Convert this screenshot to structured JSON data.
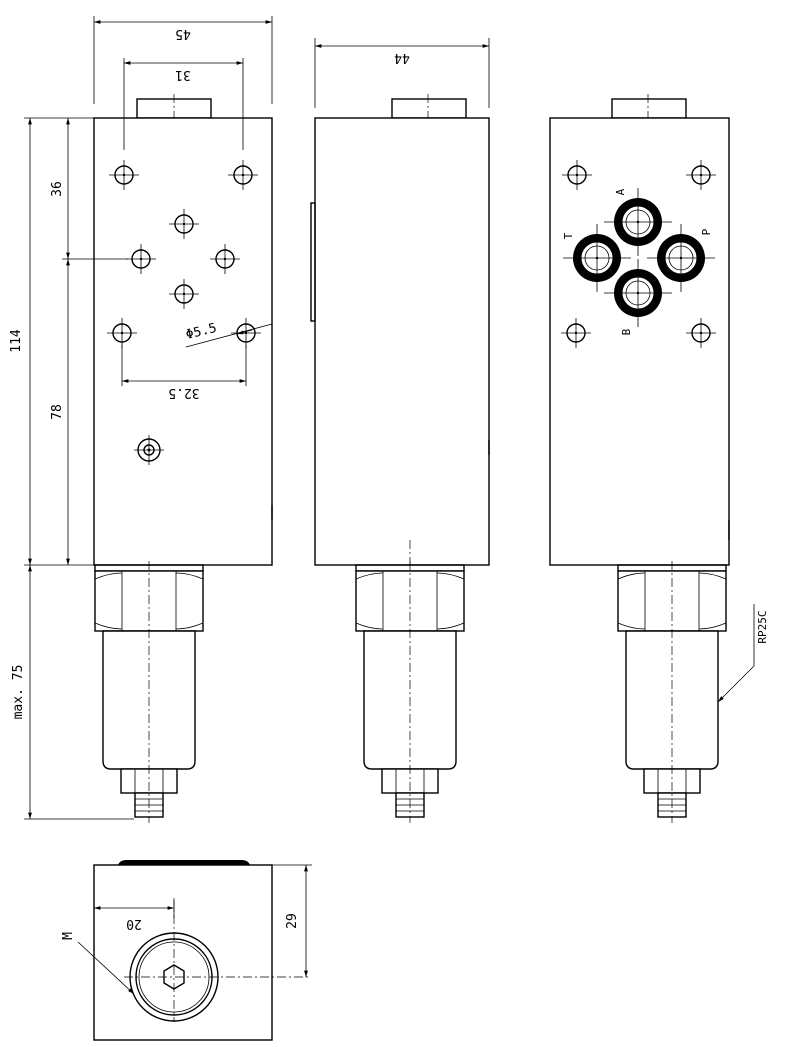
{
  "dimensions": {
    "width_45": "45",
    "width_31": "31",
    "width_44": "44",
    "height_114": "114",
    "height_36": "36",
    "height_78": "78",
    "max_75": "max. 75",
    "spacing_32_5": "32.5",
    "hole_dia": "Φ5.5",
    "depth_29": "29",
    "offset_20": "20"
  },
  "ports": {
    "a": "A",
    "b": "B",
    "p": "P",
    "t": "T"
  },
  "labels": {
    "model": "RP25C",
    "m": "M"
  }
}
